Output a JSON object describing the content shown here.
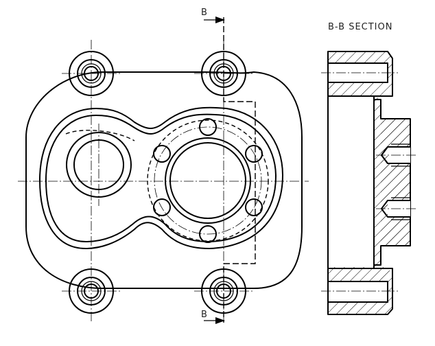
{
  "section_title": "B-B SECTION",
  "cut_marker_top": "B",
  "cut_marker_bottom": "B"
}
